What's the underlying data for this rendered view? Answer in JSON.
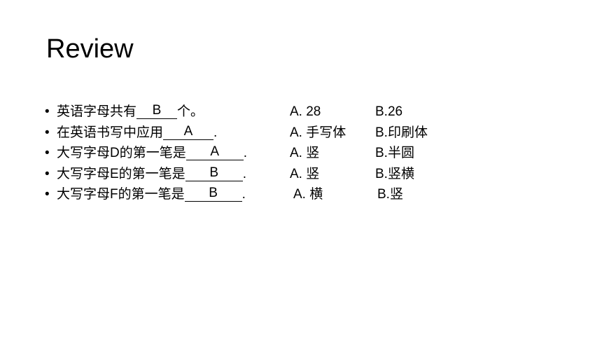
{
  "title": "Review",
  "bullet": "•",
  "questions": [
    {
      "before": "英语字母共有",
      "answer": "B",
      "after": "个。",
      "option_a": "A. 28",
      "option_b": "B.26"
    },
    {
      "before": "在英语书写中应用",
      "answer": "A",
      "after": ".",
      "option_a": "A. 手写体",
      "option_b": "B.印刷体"
    },
    {
      "before": "大写字母D的第一笔是",
      "answer": "A",
      "after": ".",
      "option_a": "A. 竖",
      "option_b": "B.半圆"
    },
    {
      "before": "大写字母E的第一笔是",
      "answer": "B",
      "after": ".",
      "option_a": "A. 竖",
      "option_b": "B.竖横"
    },
    {
      "before": "大写字母F的第一笔是",
      "answer": "B",
      "after": ".",
      "option_a": "A. 横",
      "option_b": "B.竖"
    }
  ]
}
